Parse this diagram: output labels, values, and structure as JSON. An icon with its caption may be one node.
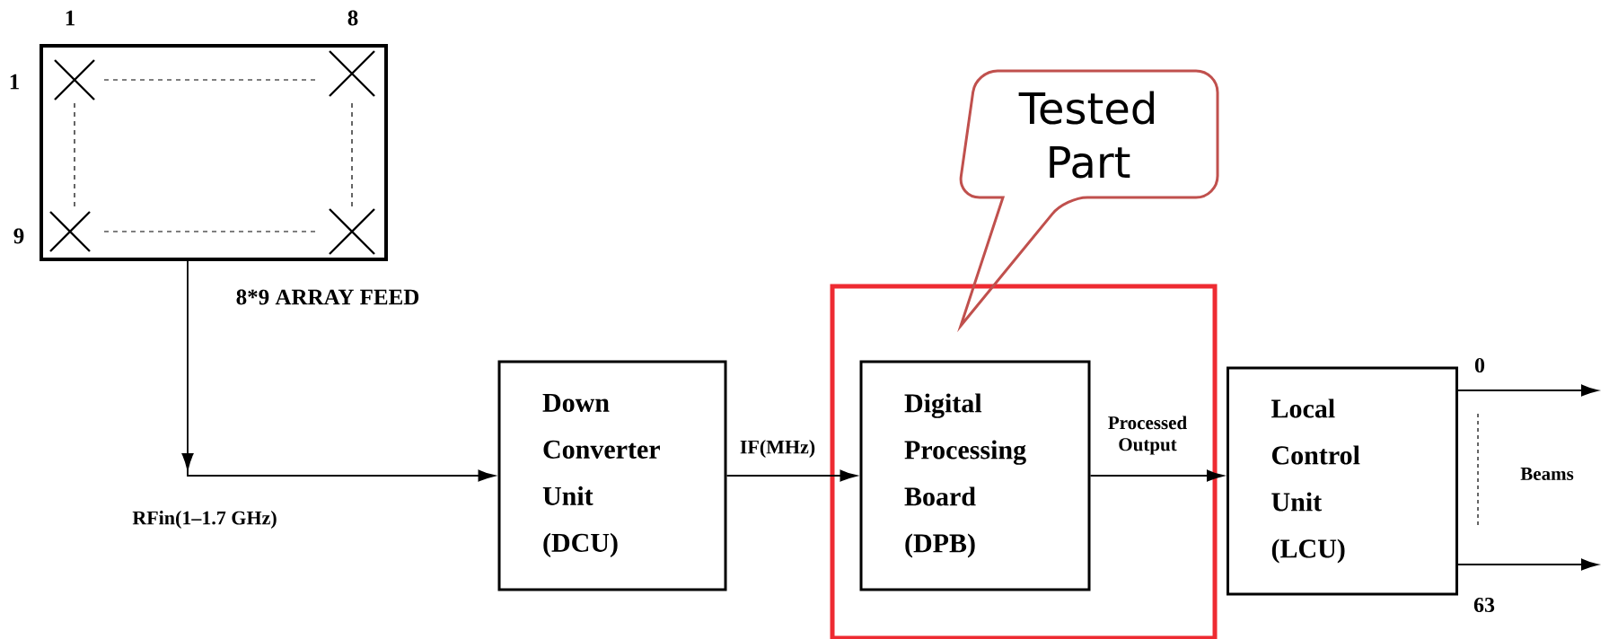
{
  "diagram": {
    "nodes": [
      {
        "text": [],
        "shape": "box"
      },
      {
        "text": [
          "Down Converter Unit (DCU)"
        ]
      },
      {
        "text": [],
        "shape": "box"
      },
      {
        "text": [
          "Digital Processing Board (DPB)"
        ],
        "in": 2
      },
      {
        "text": [
          "Local Control Unit (LCU)"
        ]
      },
      {
        "text": [
          "Tested Part"
        ]
      }
    ],
    "edges": [
      {
        "from": 0,
        "to": 1,
        "arrow": "to",
        "label": "8*9 ARRAY FEED"
      },
      {
        "from": 1,
        "to": 3,
        "arrow": "to",
        "label": "IF(MHz)"
      },
      {
        "from": 3,
        "to": 4,
        "arrow": "to",
        "label": "Processed Output"
      },
      {
        "from": 4,
        "to": null,
        "arrow": "to",
        "label": "0"
      },
      {
        "from": 4,
        "to": null,
        "arrow": "to",
        "label": "63"
      }
    ],
    "labels": [
      "1",
      "8",
      "1",
      "9",
      "RFin(1–1.7 GHz)",
      "Beams"
    ]
  }
}
